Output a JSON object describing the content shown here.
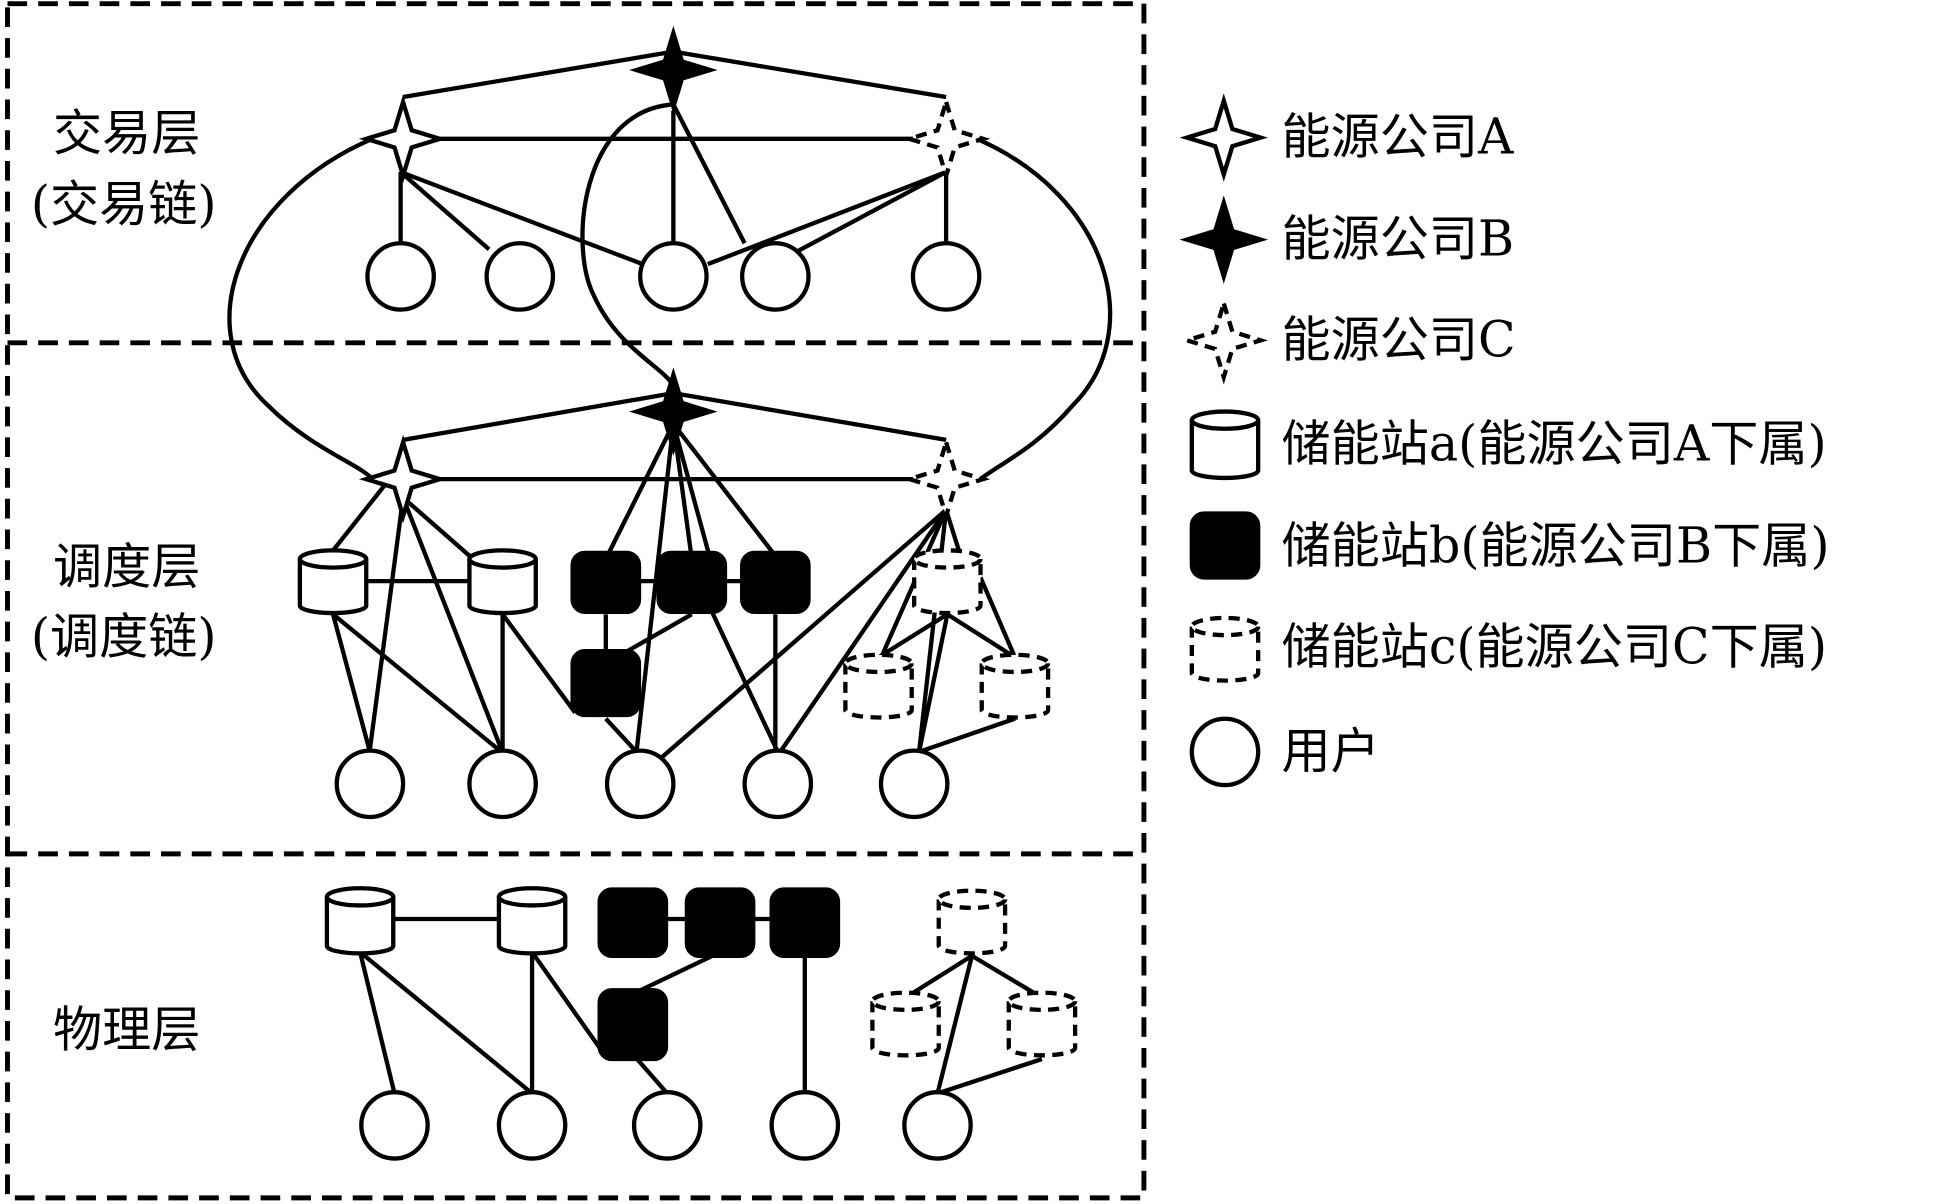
{
  "title": "三层架构示意图",
  "layers": [
    {
      "id": "trade",
      "label_line1": "交易层",
      "label_line2": "(交易链)"
    },
    {
      "id": "dispatch",
      "label_line1": "调度层",
      "label_line2": "(调度链)"
    },
    {
      "id": "physical",
      "label_line1": "物理层",
      "label_line2": ""
    }
  ],
  "legend": [
    {
      "icon": "star-outline-icon",
      "label": "能源公司A"
    },
    {
      "icon": "star-filled-icon",
      "label": "能源公司B"
    },
    {
      "icon": "star-dashed-icon",
      "label": "能源公司C"
    },
    {
      "icon": "cylinder-outline-icon",
      "label": "储能站a(能源公司A下属)"
    },
    {
      "icon": "cylinder-filled-icon",
      "label": "储能站b(能源公司B下属)"
    },
    {
      "icon": "cylinder-dashed-icon",
      "label": "储能站c(能源公司C下属)"
    },
    {
      "icon": "circle-icon",
      "label": "用户"
    }
  ],
  "colors": {
    "stroke": "#000000",
    "fill_dark": "#000000",
    "fill_light": "#ffffff"
  }
}
